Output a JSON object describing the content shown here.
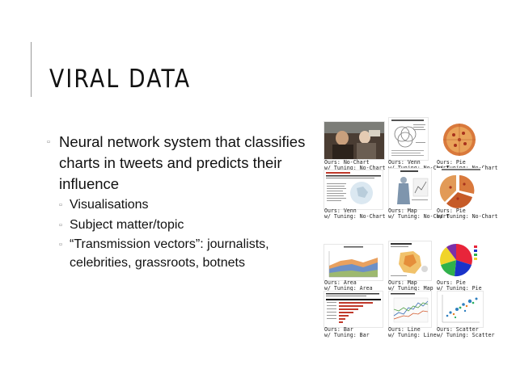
{
  "slide": {
    "title": "VIRAL DATA",
    "bullets": [
      {
        "text": "Neural network system that classifies charts in tweets and predicts their influence",
        "sub": [
          "Visualisations",
          "Subject matter/topic",
          "“Transmission vectors”: journalists, celebrities, grassroots, botnets"
        ]
      }
    ]
  },
  "figure": {
    "top": [
      {
        "truth": "Ours: No-Chart",
        "tuning": "w/ Tuning: No-Chart"
      },
      {
        "truth": "Ours: Venn",
        "tuning": "w/ Tuning: No-Chart"
      },
      {
        "truth": "Ours: Pie",
        "tuning": "w/ Tuning: No-Chart"
      },
      {
        "truth": "Ours: Venn",
        "tuning": "w/ Tuning: No-Chart"
      },
      {
        "truth": "Ours: Map",
        "tuning": "w/ Tuning: No-Chart"
      },
      {
        "truth": "Ours: Pie",
        "tuning": "w/ Tuning: No-Chart"
      }
    ],
    "bottom": [
      {
        "truth": "Ours: Area",
        "tuning": "w/ Tuning: Area"
      },
      {
        "truth": "Ours: Map",
        "tuning": "w/ Tuning: Map"
      },
      {
        "truth": "Ours: Pie",
        "tuning": "w/ Tuning: Pie"
      },
      {
        "truth": "Ours: Bar",
        "tuning": "w/ Tuning: Bar"
      },
      {
        "truth": "Ours: Line",
        "tuning": "w/ Tuning: Line"
      },
      {
        "truth": "Ours: Scatter",
        "tuning": "w/ Tuning: Scatter"
      }
    ]
  }
}
